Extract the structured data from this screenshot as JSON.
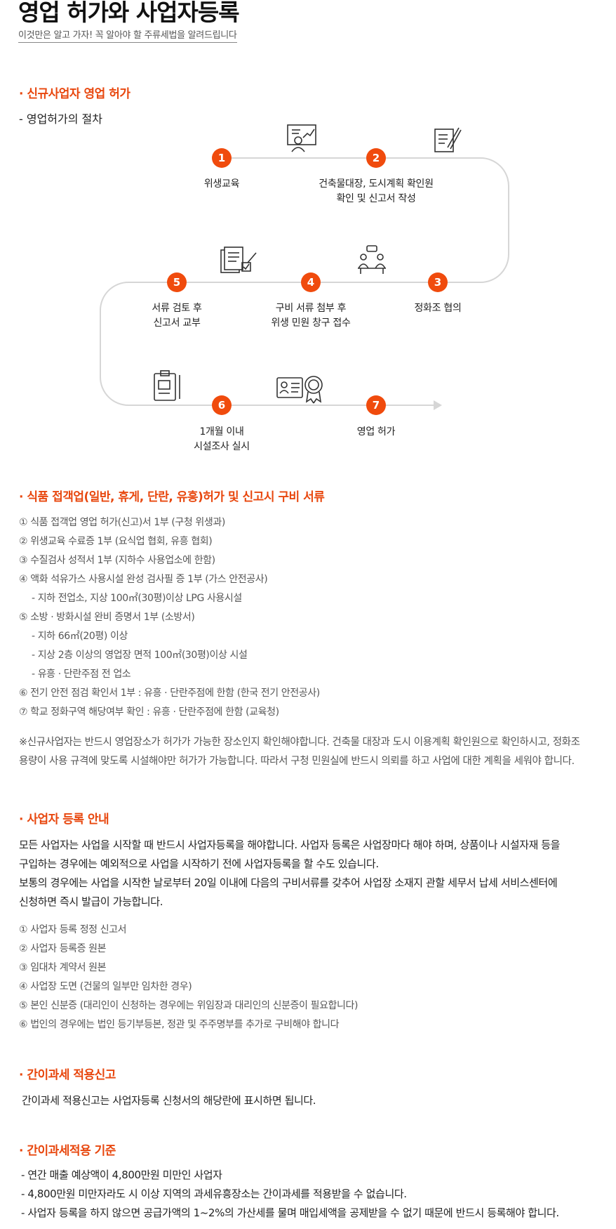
{
  "header": {
    "title": "영업 허가와 사업자등록",
    "subtitle": "이것만은 알고 가자! 꼭 알아야 할 주류세법을 알려드립니다"
  },
  "section1": {
    "heading": "· 신규사업자 영업 허가",
    "subheading": "- 영업허가의 절차",
    "steps": [
      {
        "num": "1",
        "line1": "위생교육",
        "line2": "",
        "icon": "presentation-board-icon"
      },
      {
        "num": "2",
        "line1": "건축물대장, 도시계획 확인원",
        "line2": "확인 및 신고서 작성",
        "icon": "document-write-icon"
      },
      {
        "num": "3",
        "line1": "정화조 협의",
        "line2": "",
        "icon": ""
      },
      {
        "num": "4",
        "line1": "구비 서류 첨부 후",
        "line2": "위생 민원 창구 접수",
        "icon": "meeting-people-icon"
      },
      {
        "num": "5",
        "line1": "서류 검토 후",
        "line2": "신고서 교부",
        "icon": "documents-check-icon"
      },
      {
        "num": "6",
        "line1": "1개월 이내",
        "line2": "시설조사 실시",
        "icon": "clipboard-icon"
      },
      {
        "num": "7",
        "line1": "영업 허가",
        "line2": "",
        "icon": "license-certificate-icon"
      }
    ]
  },
  "section2": {
    "heading": "· 식품 접객업(일반, 휴게, 단란, 유흥)허가 및 신고시 구비 서류",
    "items": [
      {
        "text": "① 식품 접객업 영업 허가(신고)서 1부 (구청 위생과)",
        "indent": false
      },
      {
        "text": "② 위생교육 수료증 1부 (요식업 협회, 유흥 협회)",
        "indent": false
      },
      {
        "text": "③ 수질검사 성적서 1부 (지하수 사용업소에 한함)",
        "indent": false
      },
      {
        "text": "④ 액화 석유가스 사용시설 완성 검사필 증 1부 (가스 안전공사)",
        "indent": false
      },
      {
        "text": "- 지하 전업소, 지상 100㎡(30평)이상 LPG 사용시설",
        "indent": true
      },
      {
        "text": "⑤ 소방 · 방화시설 완비 증명서 1부 (소방서)",
        "indent": false
      },
      {
        "text": "- 지하 66㎡(20평) 이상",
        "indent": true
      },
      {
        "text": "- 지상 2층 이상의 영업장 면적 100㎡(30평)이상 시설",
        "indent": true
      },
      {
        "text": "- 유흥 · 단란주점 전 업소",
        "indent": true
      },
      {
        "text": "⑥ 전기 안전 점검 확인서 1부 : 유흥 · 단란주점에 한함 (한국 전기 안전공사)",
        "indent": false
      },
      {
        "text": "⑦ 학교 정화구역 해당여부 확인 : 유흥 · 단란주점에 한함 (교육청)",
        "indent": false
      }
    ],
    "note_line1": "※신규사업자는 반드시 영업장소가 허가가 가능한 장소인지 확인해야합니다. 건축물 대장과 도시 이용계획 확인원으로 확인하시고, 정화조",
    "note_line2": "용량이 사용 규격에 맞도록 시설해야만 허가가 가능합니다. 따라서 구청 민원실에 반드시 의뢰를 하고 사업에 대한 계획을 세워야 합니다."
  },
  "section3": {
    "heading": "· 사업자 등록 안내",
    "para_line1": "모든 사업자는 사업을 시작할 때 반드시 사업자등록을 해야합니다. 사업자 등록은 사업장마다 해야 하며, 상품이나 시설자재 등을",
    "para_line2": "구입하는 경우에는 예외적으로 사업을 시작하기 전에 사업자등록을 할 수도 있습니다.",
    "para_line3": "보통의 경우에는 사업을 시작한 날로부터 20일 이내에 다음의 구비서류를 갖추어 사업장 소재지 관할 세무서 납세 서비스센터에",
    "para_line4": "신청하면 즉시 발급이 가능합니다.",
    "items": [
      "① 사업자 등록 정정 신고서",
      "② 사업자 등록증 원본",
      "③ 임대차 계약서 원본",
      "④ 사업장 도면 (건물의 일부만 임차한 경우)",
      "⑤ 본인 신분증 (대리인이 신청하는 경우에는 위임장과 대리인의 신분증이 필요합니다)",
      "⑥ 법인의 경우에는 법인 등기부등본, 정관 및 주주명부를 추가로 구비해야 합니다"
    ]
  },
  "section4": {
    "heading": "· 간이과세 적용신고",
    "text": "간이과세 적용신고는 사업자등록 신청서의 해당란에 표시하면 됩니다."
  },
  "section5": {
    "heading": "· 간이과세적용 기준",
    "items": [
      "- 연간 매출 예상액이 4,800만원 미만인 사업자",
      "- 4,800만원 미만자라도 시 이상 지역의 과세유흥장소는 간이과세를 적용받을 수 없습니다.",
      "- 사업자 등록을 하지 않으면 공급가액의 1~2%의 가산세를 물며 매입세액을 공제받을 수 없기 때문에 반드시 등록해야 합니다."
    ]
  },
  "colors": {
    "accent": "#e8470e",
    "step_circle": "#f04b0d",
    "flow_line": "#d6d6d6"
  }
}
